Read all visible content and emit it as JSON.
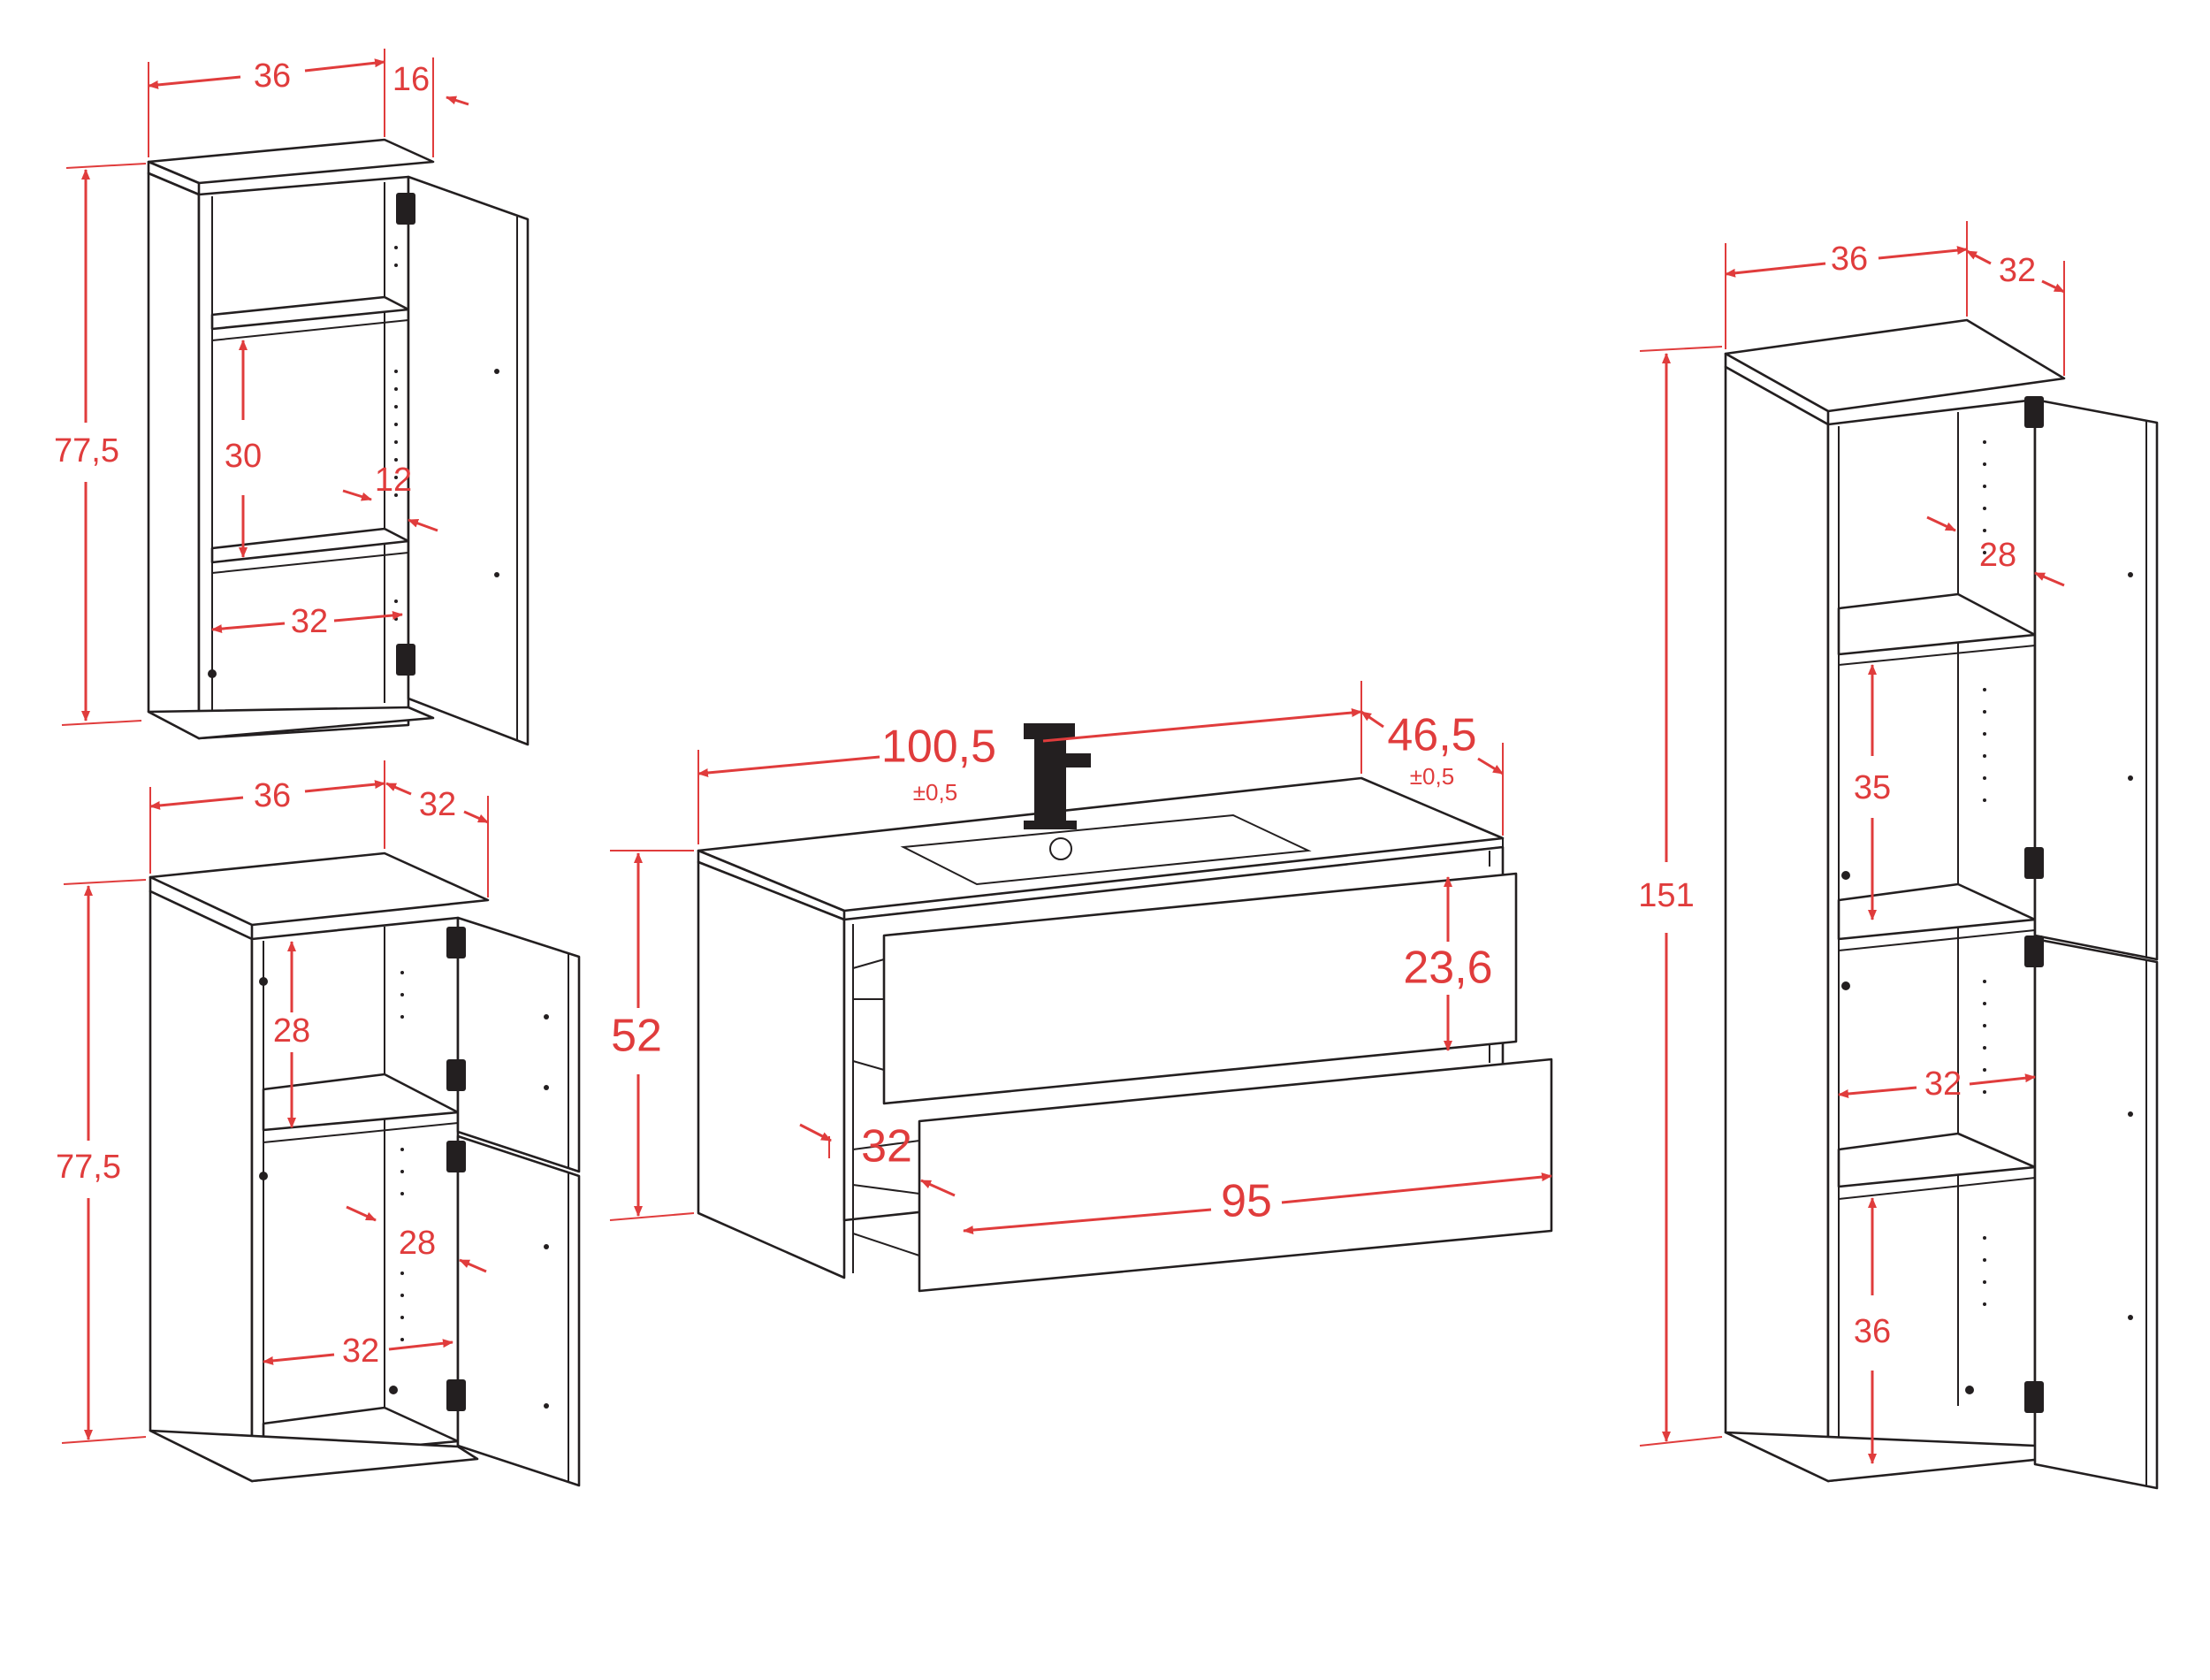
{
  "colors": {
    "dimension": "#e03c3c",
    "outline": "#231f20",
    "background": "#ffffff"
  },
  "cabinets": {
    "wall_cabinet": {
      "width": "36",
      "depth": "16",
      "height": "77,5",
      "compartment_height": "30",
      "compartment_depth": "12",
      "inner_width": "32"
    },
    "low_cabinet": {
      "width": "36",
      "depth": "32",
      "height": "77,5",
      "upper_compartment_height": "28",
      "lower_compartment_depth": "28",
      "inner_width": "32"
    },
    "vanity": {
      "width": "100,5",
      "width_tolerance": "±0,5",
      "depth": "46,5",
      "depth_tolerance": "±0,5",
      "height": "52",
      "drawer_height": "23,6",
      "drawer_depth": "32",
      "drawer_width": "95"
    },
    "tall_cabinet": {
      "width": "36",
      "depth": "32",
      "height": "151",
      "top_compartment_depth": "28",
      "middle_compartment_height": "35",
      "inner_width": "32",
      "bottom_compartment_height": "36"
    }
  }
}
